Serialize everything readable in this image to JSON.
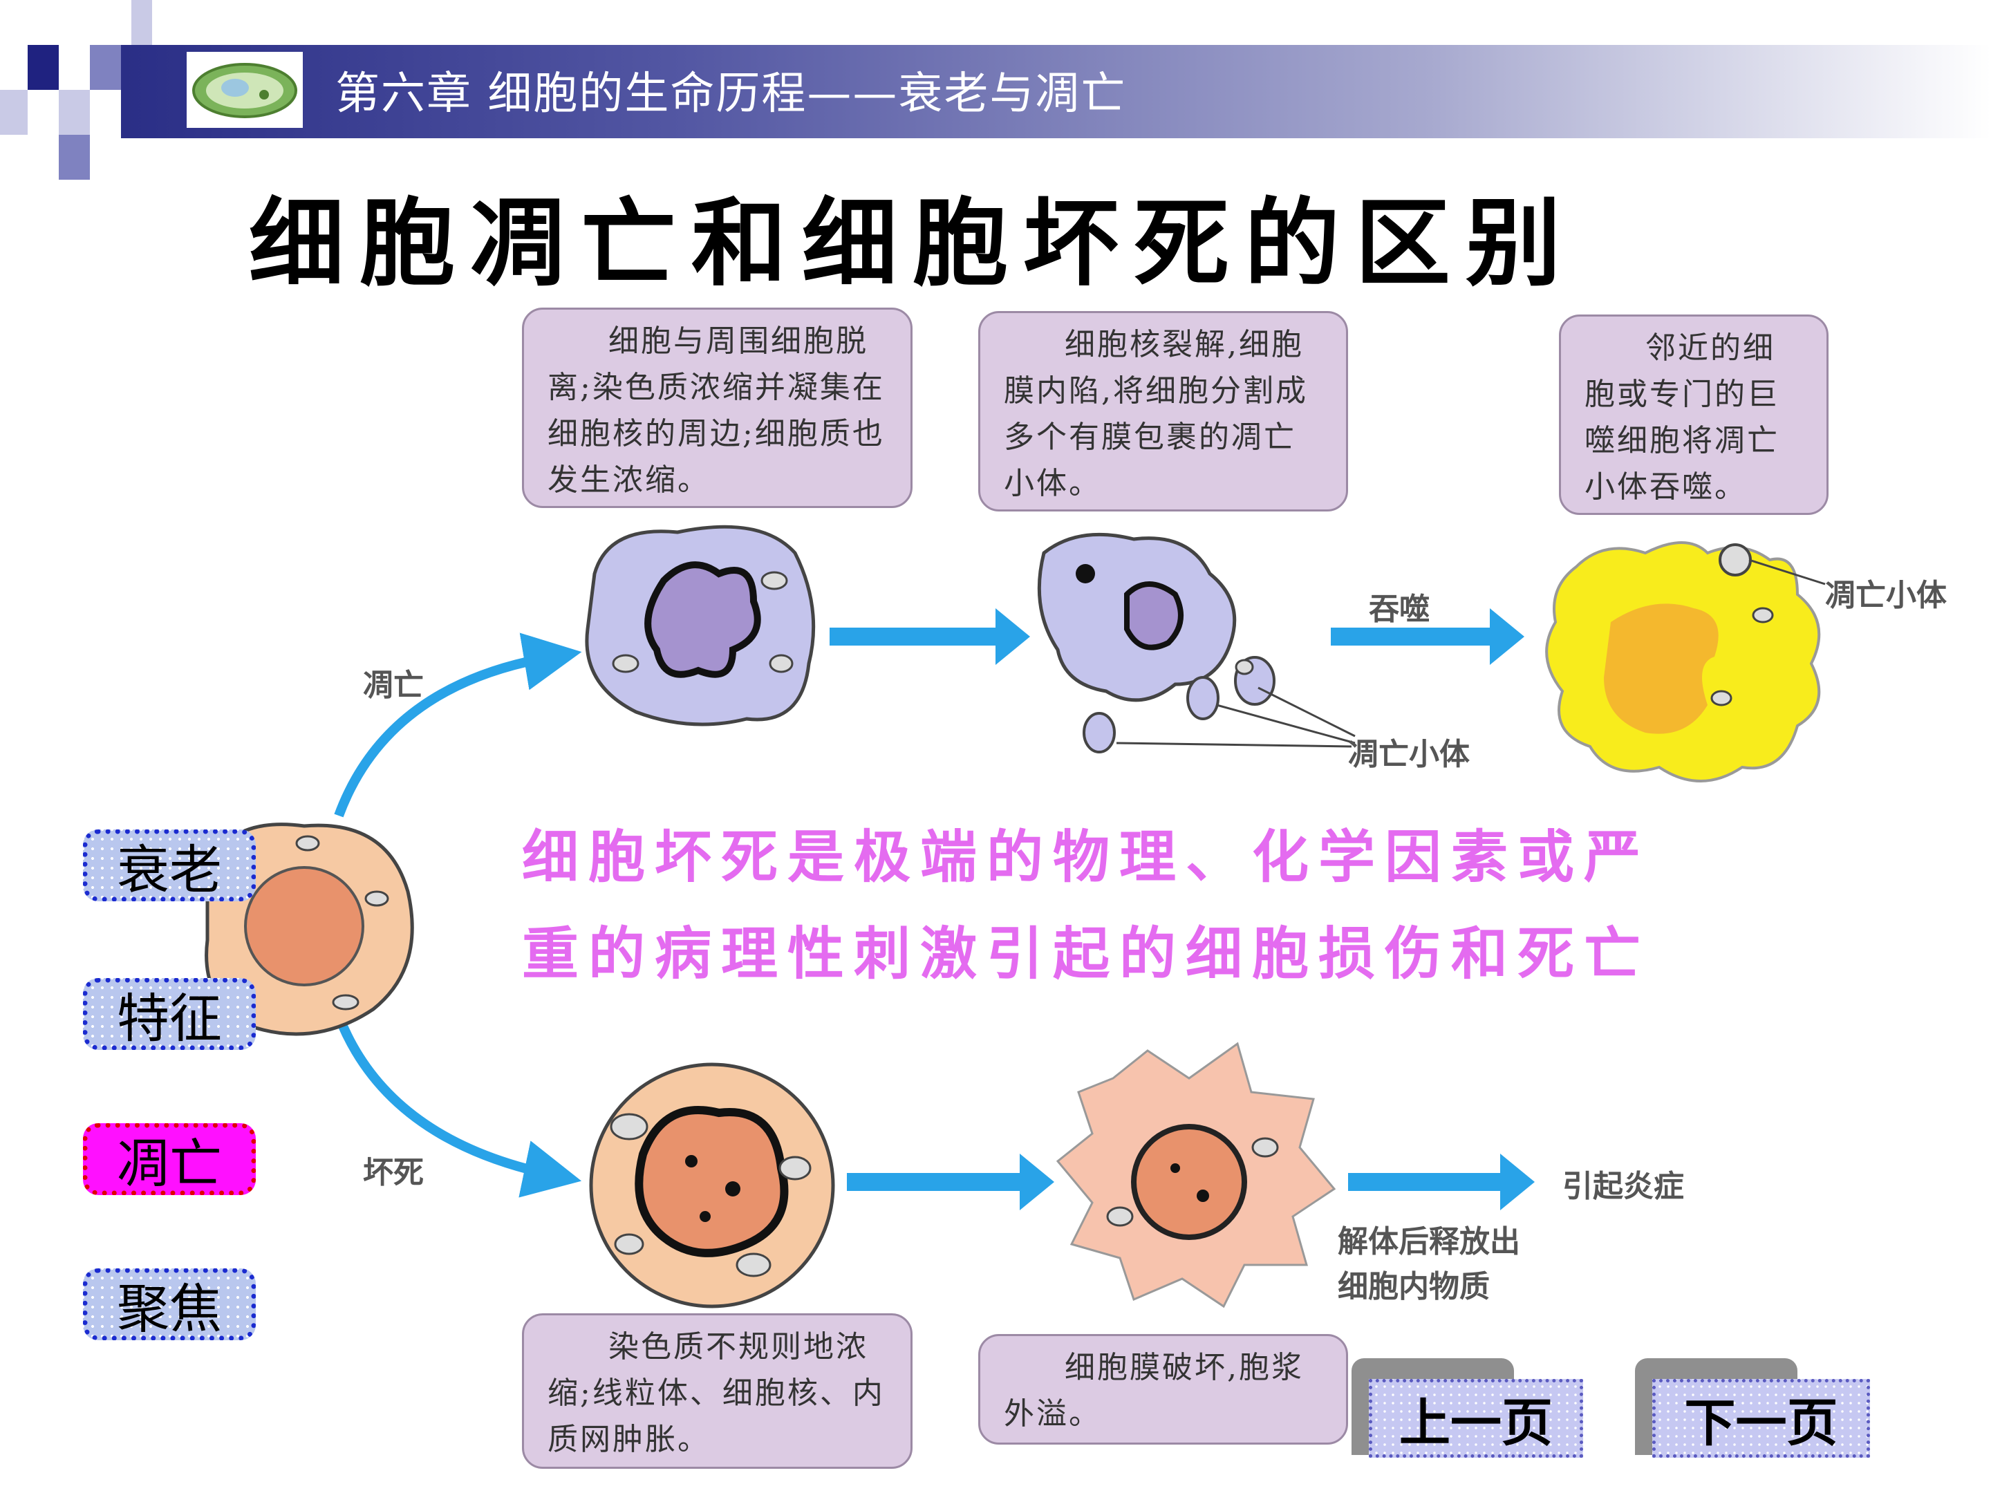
{
  "header": {
    "title": "第六章  细胞的生命历程——衰老与凋亡"
  },
  "slide_title": "细胞凋亡和细胞坏死的区别",
  "apoptosis": {
    "branch_label": "凋亡",
    "step1_text": "细胞与周围细胞脱离;染色质浓缩并凝集在细胞核的周边;细胞质也发生浓缩。",
    "step2_text": "细胞核裂解,细胞膜内陷,将细胞分割成多个有膜包裹的凋亡小体。",
    "step3_text": "邻近的细胞或专门的巨噬细胞将凋亡小体吞噬。",
    "engulf_label": "吞噬",
    "body_label_1": "凋亡小体",
    "body_label_2": "凋亡小体"
  },
  "necrosis": {
    "branch_label": "坏死",
    "step1_text": "染色质不规则地浓缩;线粒体、细胞核、内质网肿胀。",
    "step2_text": "细胞膜破坏,胞浆外溢。",
    "inflammation_label": "引起炎症",
    "release_label_1": "解体后释放出",
    "release_label_2": "细胞内物质"
  },
  "definition": {
    "line1": "细胞坏死是极端的物理、化学因素或严",
    "line2": "重的病理性刺激引起的细胞损伤和死亡"
  },
  "nav": [
    {
      "label": "衰老",
      "active": false
    },
    {
      "label": "特征",
      "active": false
    },
    {
      "label": "凋亡",
      "active": true
    },
    {
      "label": "聚焦",
      "active": false
    }
  ],
  "buttons": {
    "prev": "上一页",
    "next": "下一页"
  },
  "colors": {
    "arrow": "#29a3e8",
    "box_fill": "#dccbe3",
    "definition_text": "#e46bf0",
    "nav_active": "#ff10ff",
    "apoptotic_cell": "#c4c4ec",
    "phagocyte": "#f8ec1c",
    "normal_cell": "#f6c9a3"
  }
}
